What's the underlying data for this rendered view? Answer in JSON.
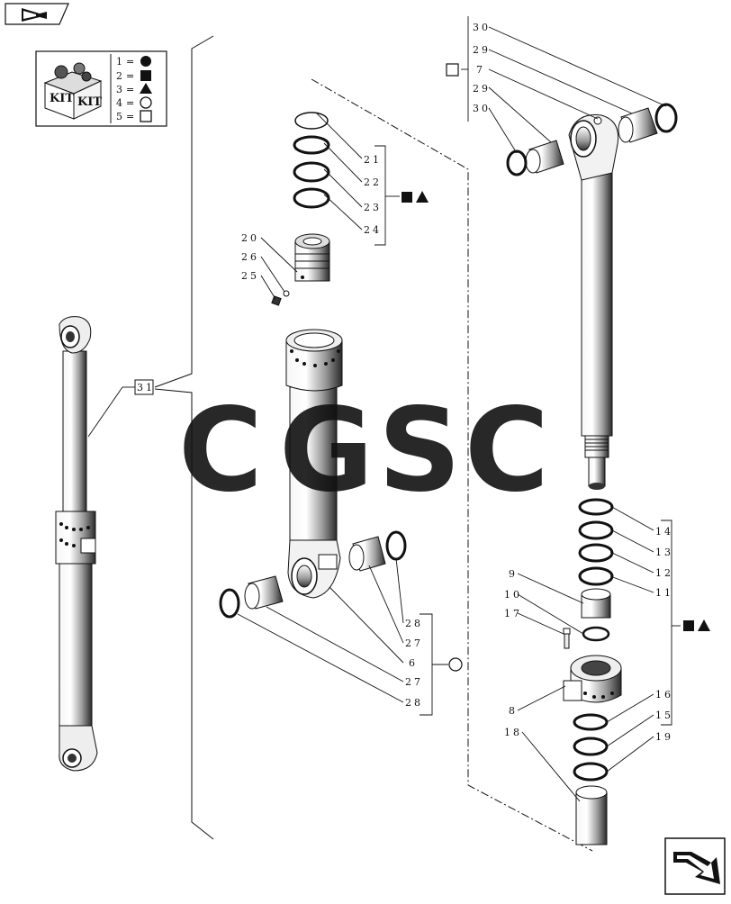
{
  "colors": {
    "ink": "#111111",
    "wm_c1": "#5b9bf2",
    "wm_g": "#f26b64",
    "wm_s": "#f7d560",
    "wm_c2": "#52b689"
  },
  "nav": {
    "prev_icon": "back-arrow-icon",
    "next_icon": "forward-arrow-icon"
  },
  "legend": {
    "kit_label_1": "KIT",
    "kit_label_2": "KIT",
    "rows": [
      {
        "num": "1",
        "eq": "=",
        "symbol": "filled-circle"
      },
      {
        "num": "2",
        "eq": "=",
        "symbol": "filled-square"
      },
      {
        "num": "3",
        "eq": "=",
        "symbol": "filled-triangle"
      },
      {
        "num": "4",
        "eq": "=",
        "symbol": "open-circle"
      },
      {
        "num": "5",
        "eq": "=",
        "symbol": "open-square"
      }
    ]
  },
  "parts": {
    "p30a": "30",
    "p29a": "29",
    "p7": "7",
    "p29b": "29",
    "p30b": "30",
    "p21": "21",
    "p22": "22",
    "p23": "23",
    "p24": "24",
    "p20": "20",
    "p26": "26",
    "p25": "25",
    "p31": "31",
    "p14": "14",
    "p13": "13",
    "p12": "12",
    "p11": "11",
    "p9": "9",
    "p10": "10",
    "p17": "17",
    "p8": "8",
    "p16": "16",
    "p15": "15",
    "p19": "19",
    "p18": "18",
    "p28a": "28",
    "p27a": "27",
    "p6": "6",
    "p27b": "27",
    "p28b": "28"
  },
  "watermark": {
    "l1": "C",
    "l2": "G",
    "l3": "S",
    "l4": "C"
  }
}
